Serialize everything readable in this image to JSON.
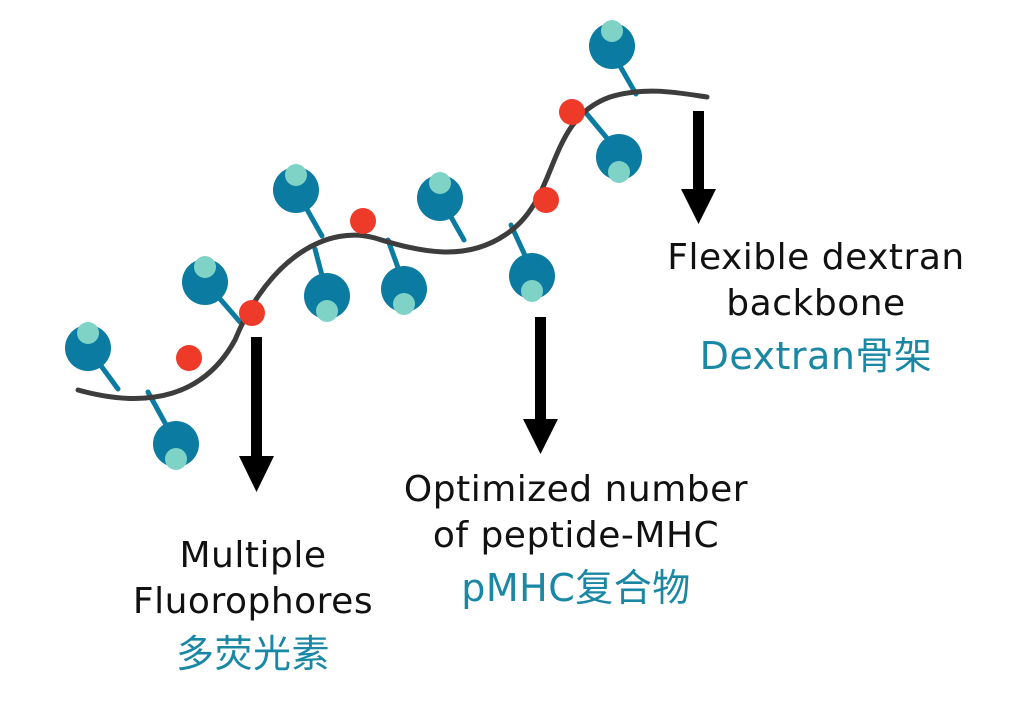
{
  "colors": {
    "backbone": "#3d3d3d",
    "molecule_body": "#0b7ba1",
    "molecule_spot": "#7fd3c6",
    "fluorophore": "#ee3a28",
    "arrow": "#000000",
    "label_text": "#111111",
    "label_chinese": "#1a87a4"
  },
  "labels": {
    "fluorophores": {
      "line1": "Multiple",
      "line2": "Fluorophores",
      "chinese": "多荧光素"
    },
    "pmhc": {
      "line1": "Optimized number",
      "line2": "of peptide-MHC",
      "chinese": "pMHC复合物"
    },
    "backbone": {
      "line1": "Flexible dextran",
      "line2": "backbone",
      "chinese": "Dextran骨架"
    }
  }
}
